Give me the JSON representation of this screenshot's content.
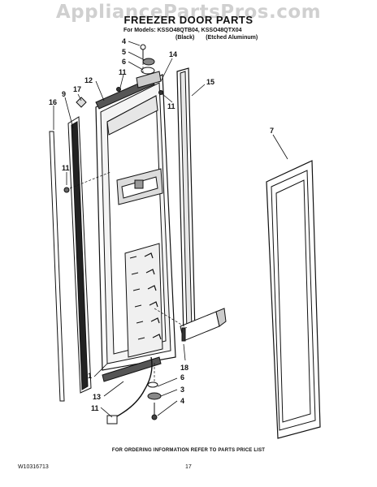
{
  "watermark": "AppliancePartsPros.com",
  "title": "FREEZER DOOR PARTS",
  "models": "For Models: KSSO48QTB04, KSSO48QTX04",
  "variants": [
    "(Black)",
    "(Etched Aluminum)"
  ],
  "callouts": {
    "c4_top": "4",
    "c5": "5",
    "c6_top": "6",
    "c11_a": "11",
    "c12": "12",
    "c14": "14",
    "c17": "17",
    "c9": "9",
    "c16": "16",
    "c11_b": "11",
    "c15": "15",
    "c11_c": "11",
    "c7": "7",
    "c18": "18",
    "c1": "1",
    "c6_bot": "6",
    "c13": "13",
    "c3": "3",
    "c11_d": "11",
    "c4_bot": "4"
  },
  "footer_note": "FOR ORDERING INFORMATION REFER TO PARTS PRICE LIST",
  "doc_number": "W10316713",
  "page_number": "17"
}
